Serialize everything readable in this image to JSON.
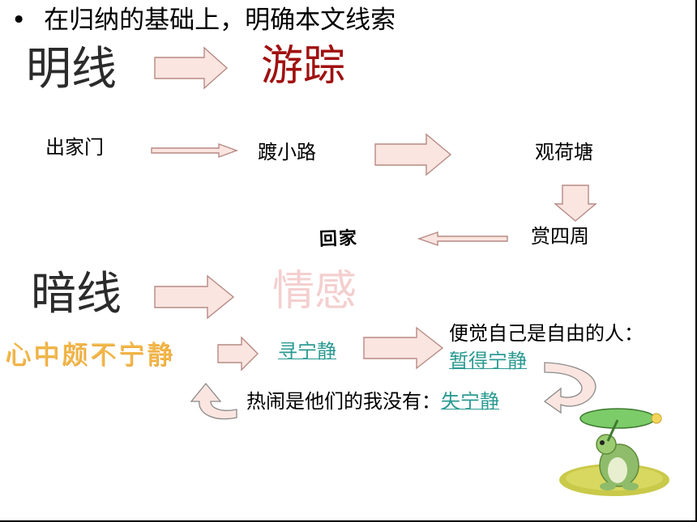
{
  "header": {
    "bullet": "•",
    "text": "在归纳的基础上，明确本文线索"
  },
  "explicit": {
    "label": "明线",
    "topic": "游踪"
  },
  "route": {
    "step1": "出家门",
    "step2": "踱小路",
    "step3": "观荷塘",
    "step4": "赏四周",
    "step5": "回家"
  },
  "implicit": {
    "label": "暗线",
    "topic": "情感"
  },
  "emotion": {
    "start": "心中颇不宁静",
    "seek": "寻宁静",
    "free_line": "便觉自己是自由的人：",
    "gain": "暂得宁静",
    "lose_prefix": "热闹是他们的我没有：",
    "lose": "失宁静"
  },
  "colors": {
    "explicit_topic": "#a01010",
    "implicit_topic": "#f4cfcf",
    "link": "#2a9a92",
    "arrow_fill": "#fbe5e0",
    "start_text": "#f2b94a"
  },
  "icons": {
    "frog": "frog-with-leaf-icon"
  }
}
